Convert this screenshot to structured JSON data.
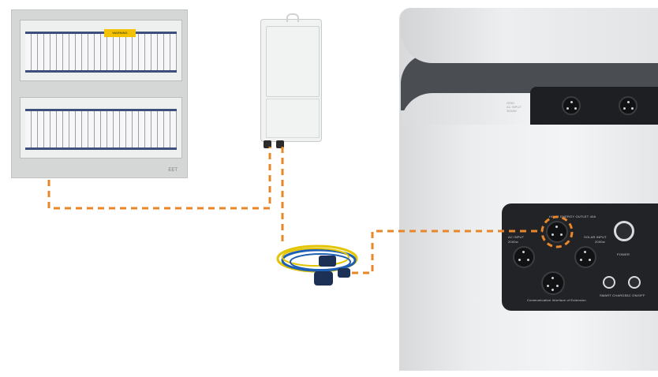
{
  "board": {
    "warning_label": "WARNING",
    "logo": "EET"
  },
  "station": {
    "top_port_label_1": "GRID",
    "top_port_label_2": "AC INPUT",
    "top_port_label_3": "3000W",
    "home_outlet_label": "HOME ENERGY OUTLET 40A",
    "ac_input_label": "AC INPUT",
    "ac_input_power": "2000w",
    "solar_input_label": "SOLAR INPUT",
    "solar_input_power": "2000w",
    "power_label": "POWER",
    "smart_charge_label": "SMART CHARGE",
    "ac_onoff_label": "AC ON/OFF",
    "comm_label": "Communication Interface of Extension"
  },
  "colors": {
    "dashed_line": "#e8872a",
    "cable_blue": "#1f5fb3",
    "cable_yellow": "#e2c400",
    "panel": "#222327"
  }
}
